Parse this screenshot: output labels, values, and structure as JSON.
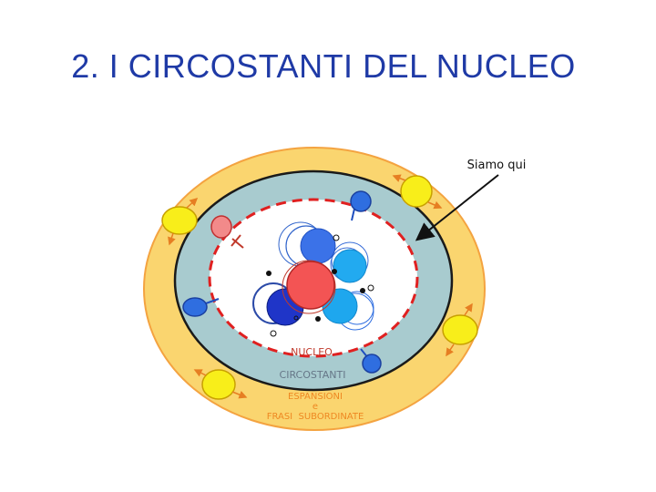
{
  "slide": {
    "title": "2. I CIRCOSTANTI DEL NUCLEO"
  },
  "diagram": {
    "callout": "Siamo qui",
    "labels": {
      "nucleo": "NUCLEO",
      "circostanti": "CIRCOSTANTI",
      "espansioni": "ESPANSIONI",
      "e": "e",
      "frasi": "FRASI  SUBORDINATE"
    },
    "colors": {
      "outer_ring": "#fad56f",
      "outer_ring_stroke": "#f4a340",
      "middle_ring": "#a8cbcf",
      "inner_core": "#ffffff",
      "dashed_border": "#e02020",
      "label_nucleo": "#c0392b",
      "label_circostanti": "#667788",
      "label_espansioni": "#ee8822",
      "yellow_balls": "#f8ee1a",
      "blue_balls": "#2f6ee0",
      "pink_ball": "#f28a8a",
      "arrow": "#111111",
      "title": "#1f3aa6"
    }
  }
}
